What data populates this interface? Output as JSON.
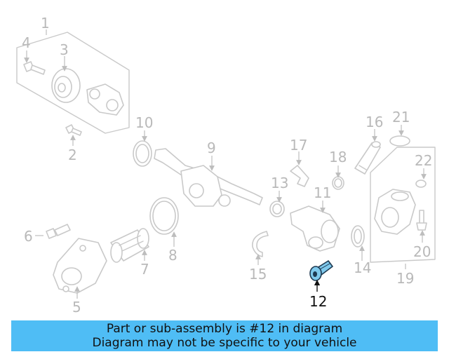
{
  "labels": [
    "1",
    "2",
    "3",
    "4",
    "5",
    "6",
    "7",
    "8",
    "9",
    "10",
    "11",
    "12",
    "13",
    "14",
    "15",
    "16",
    "17",
    "18",
    "19",
    "20",
    "21",
    "22"
  ],
  "highlight_label": "12",
  "banner": {
    "line1": "Part or sub-assembly is #12 in diagram",
    "line2": "Diagram may not be specific to your vehicle"
  },
  "colors": {
    "banner": "#4fbdf5",
    "highlight_part": "#7fc9ec",
    "dim_parts": "#c9c9c9"
  }
}
